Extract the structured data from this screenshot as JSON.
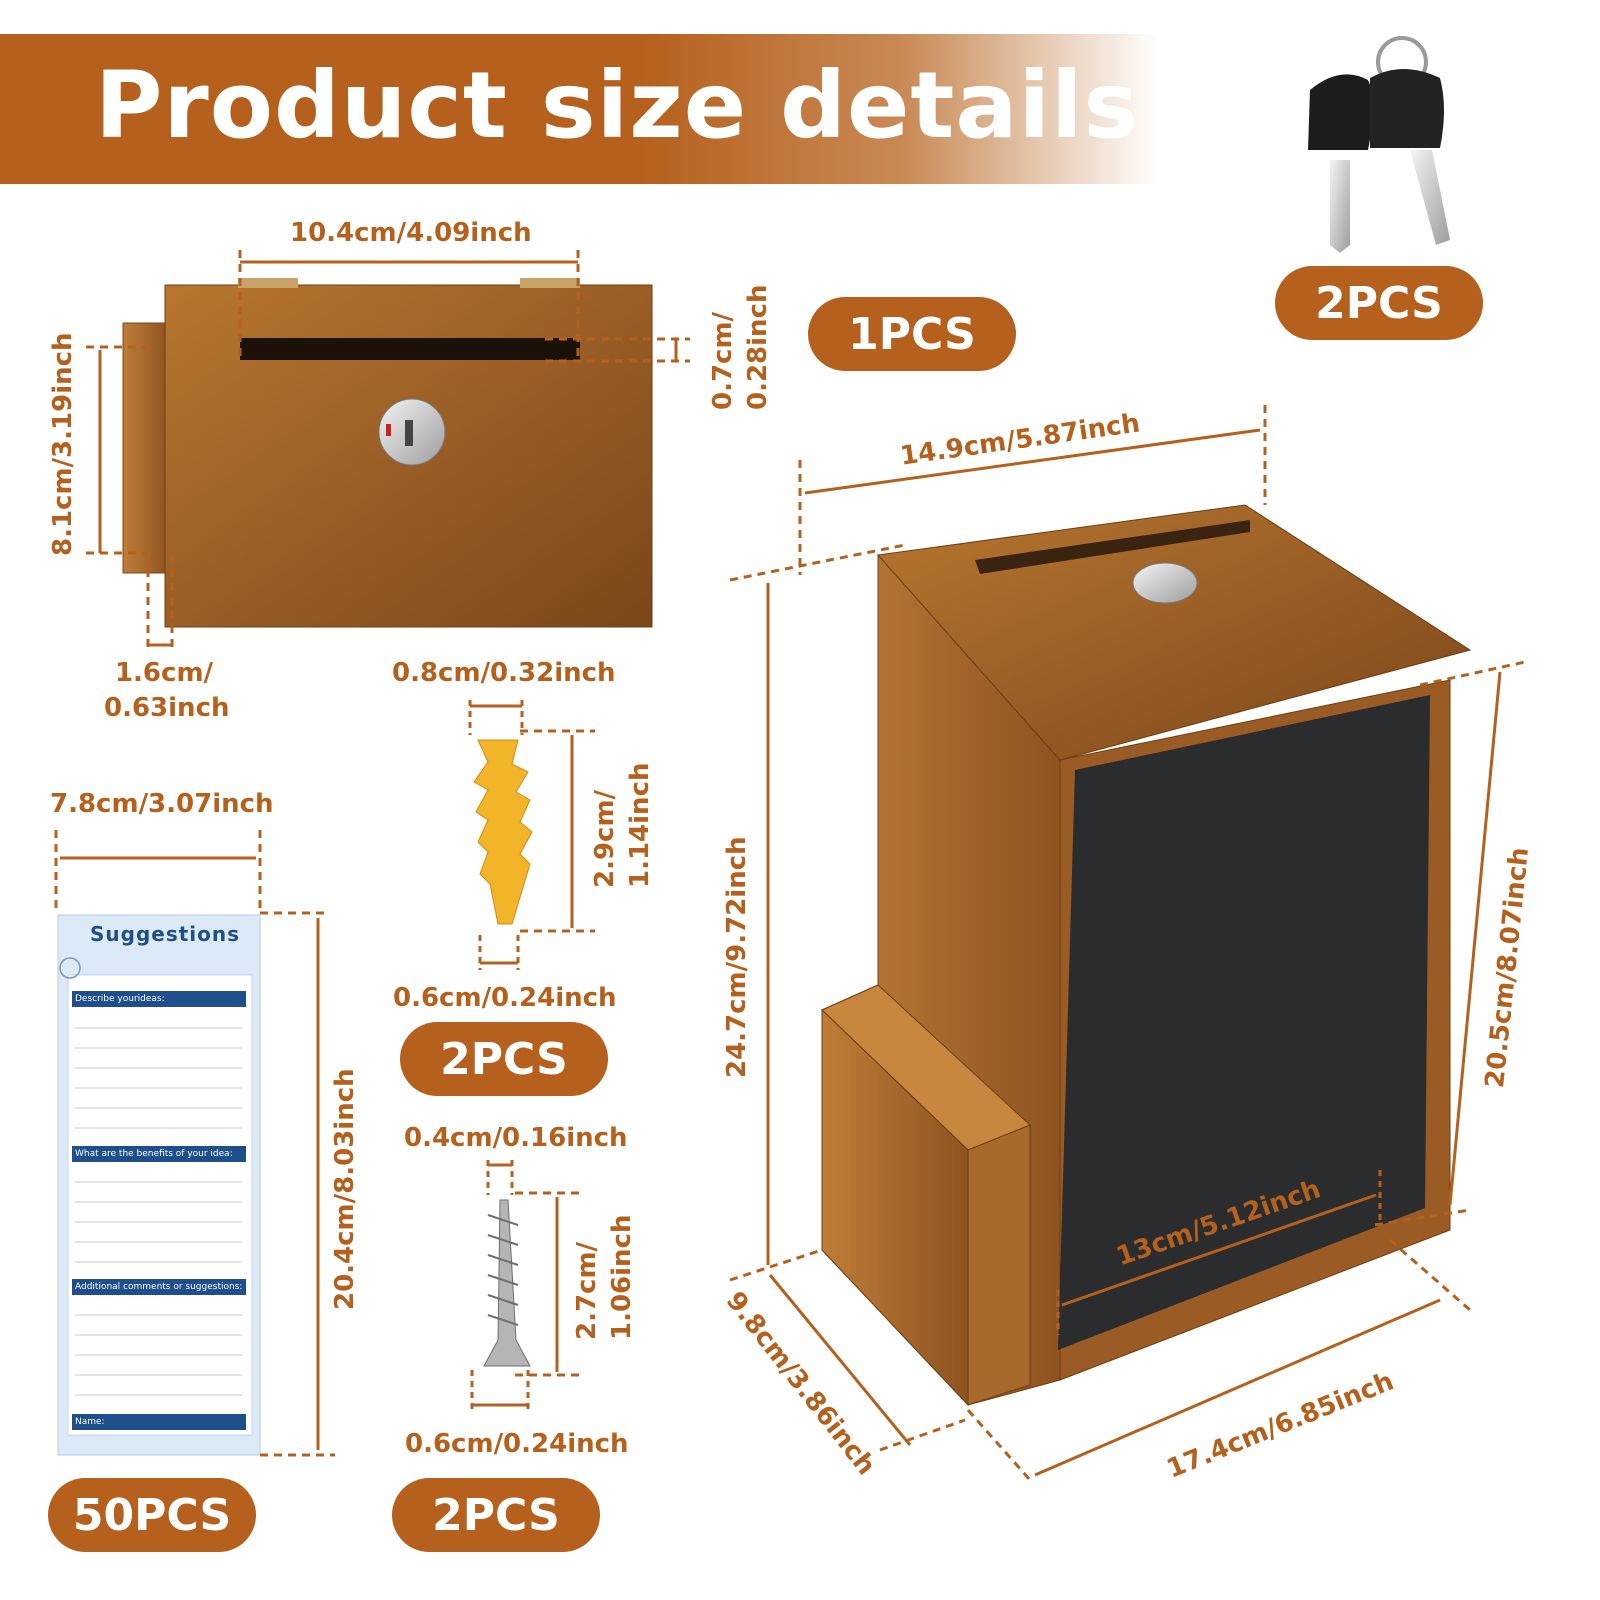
{
  "banner": {
    "title": "Product size details"
  },
  "keys": {
    "count_label": "2PCS"
  },
  "box": {
    "count_label": "1PCS"
  },
  "anchors": {
    "count_label": "2PCS"
  },
  "screws": {
    "count_label": "2PCS"
  },
  "cards": {
    "count_label": "50PCS",
    "title": "Suggestions",
    "section_1": "Describe yourideas:",
    "section_2": "What are the benefits of your idea:",
    "section_3": "Additional comments or suggestions:",
    "section_4": "Name:"
  },
  "dimensions": {
    "slot_width": "10.4cm/4.09inch",
    "slot_height_line1": "0.7cm/",
    "slot_height_line2": "0.28inch",
    "lid_depth": "8.1cm/3.19inch",
    "lid_thickness_line1": "1.6cm/",
    "lid_thickness_line2": "0.63inch",
    "anchor_width": "0.8cm/0.32inch",
    "anchor_length_line1": "2.9cm/",
    "anchor_length_line2": "1.14inch",
    "anchor_tip": "0.6cm/0.24inch",
    "screw_width": "0.4cm/0.16inch",
    "screw_length_line1": "2.7cm/",
    "screw_length_line2": "1.06inch",
    "screw_head": "0.6cm/0.24inch",
    "card_width": "7.8cm/3.07inch",
    "card_height": "20.4cm/8.03inch",
    "box_top_width": "14.9cm/5.87inch",
    "box_height": "24.7cm/9.72inch",
    "board_height": "20.5cm/8.07inch",
    "board_width": "13cm/5.12inch",
    "box_depth": "9.8cm/3.86inch",
    "box_base_width": "17.4cm/6.85inch"
  },
  "colors": {
    "accent": "#b5601c",
    "wood": "#a8682c",
    "board": "#2b2c2e",
    "card_blue": "#1e4f8a"
  }
}
